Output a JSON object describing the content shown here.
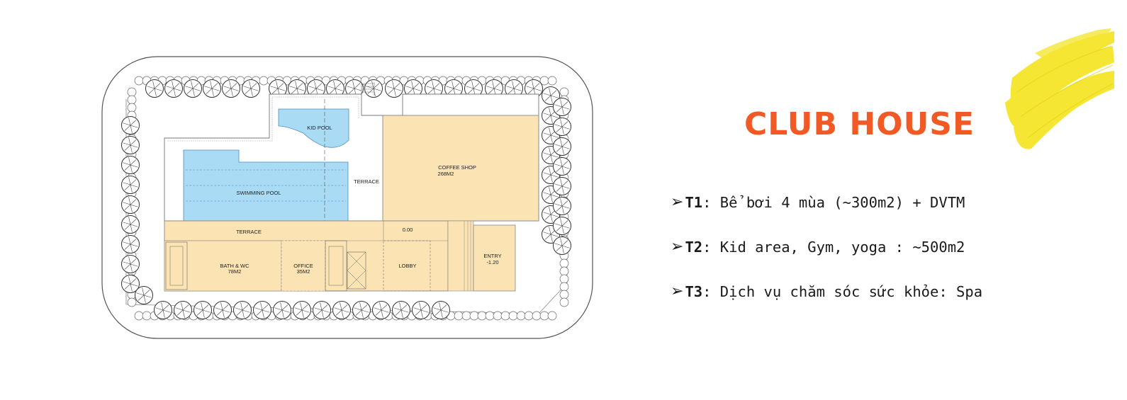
{
  "title": "CLUB HOUSE",
  "colors": {
    "accent": "#f15a24",
    "highlight": "#f4e528",
    "floor": "#fbe3b4",
    "water": "#a9dbf5"
  },
  "bullets": [
    {
      "icon": "arrow-bullet-icon",
      "arrow": "➢",
      "label": "T1",
      "text": ": Bể bơi 4 mùa (~300m2) + DVTM"
    },
    {
      "icon": "arrow-bullet-icon",
      "arrow": "➢",
      "label": "T2",
      "text": ": Kid area, Gym, yoga : ~500m2"
    },
    {
      "icon": "arrow-bullet-icon",
      "arrow": "➢",
      "label": "T3",
      "text": ": Dịch vụ chăm sóc sức khỏe: Spa"
    }
  ],
  "plan": {
    "kid_pool": "KID POOL",
    "swimming_pool": "SWIMMING POOL",
    "terrace_upper": "TERRACE",
    "coffee_shop": "COFFEE SHOP",
    "coffee_shop_area": "268M2",
    "terrace_lower": "TERRACE",
    "level_000": "0.00",
    "bath_wc": "BATH & WC",
    "bath_wc_area": "78M2",
    "office": "OFFICE",
    "office_area": "35M2",
    "lobby": "LOBBY",
    "entry": "ENTRY",
    "entry_level": "-1.20"
  }
}
